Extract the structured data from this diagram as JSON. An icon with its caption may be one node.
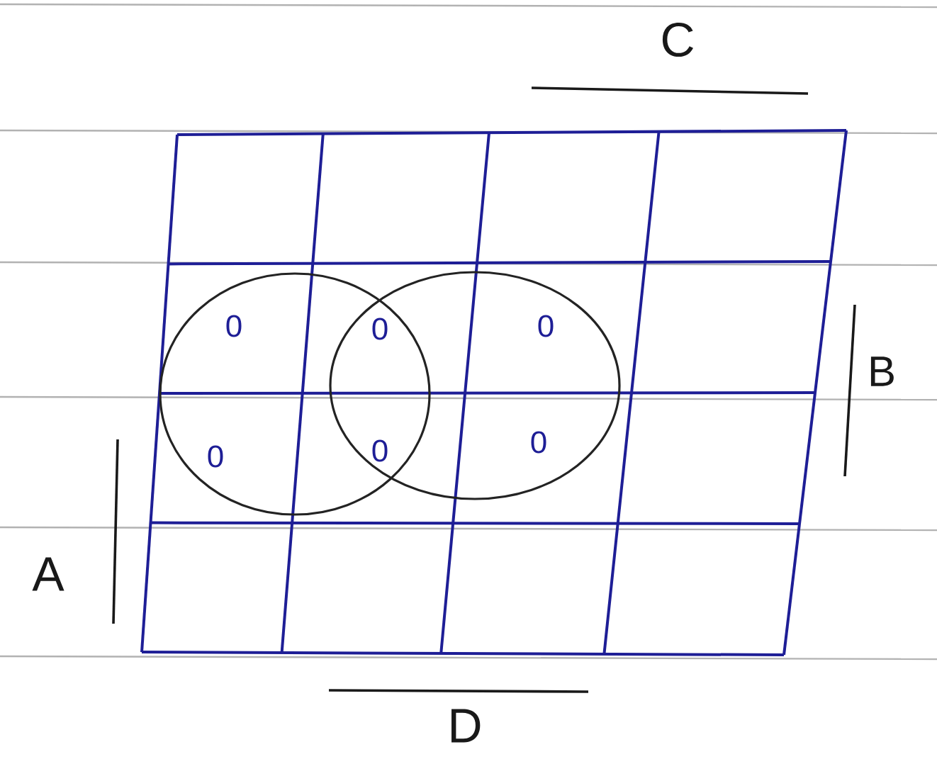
{
  "diagram": {
    "labels": [
      "C",
      "0",
      "0",
      "0",
      "B",
      "0",
      "0",
      "0",
      "A",
      "D"
    ]
  }
}
